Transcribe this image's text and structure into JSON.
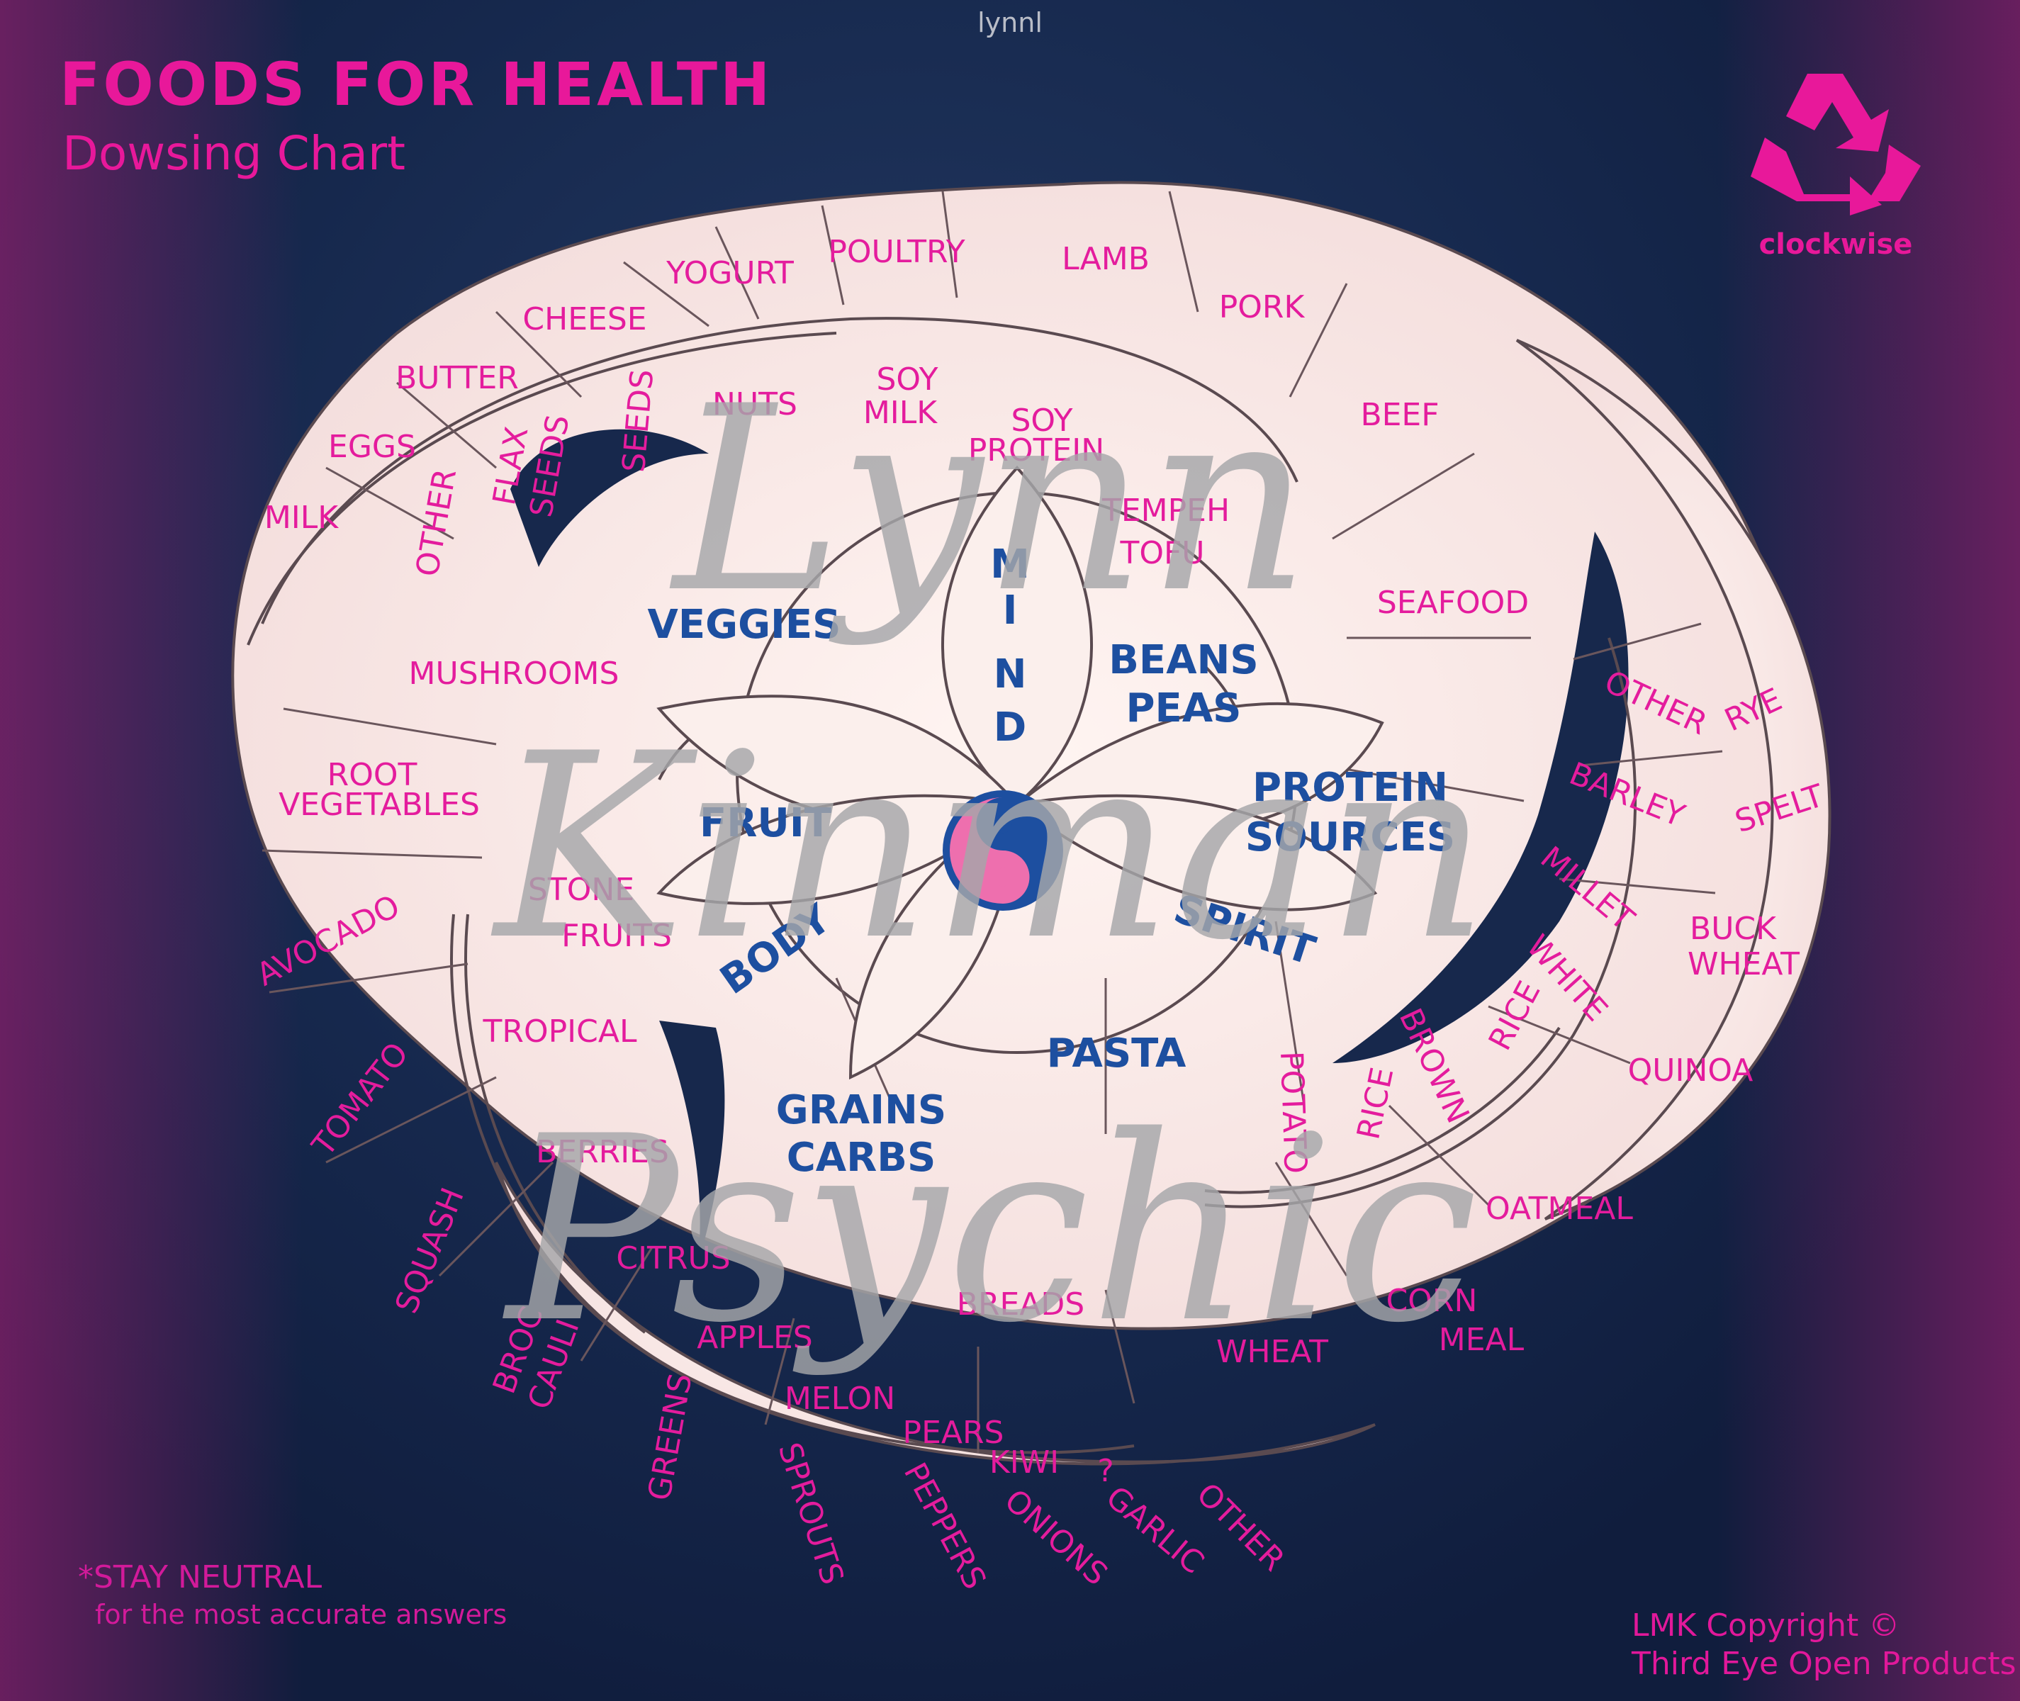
{
  "header": {
    "top_mark": "lynnl",
    "title": "FOODS FOR HEALTH",
    "subtitle": "Dowsing Chart",
    "direction": "clockwise"
  },
  "footer": {
    "note_line1": "*STAY NEUTRAL",
    "note_line2": "for the most accurate answers",
    "copyright_line1": "LMK Copyright ©",
    "copyright_line2": "Third Eye Open Products"
  },
  "center": {
    "mind": "MIND",
    "body": "BODY",
    "spirit": "SPIRIT",
    "symbol": "yin-yang-icon"
  },
  "categories": {
    "veggies": "VEGGIES",
    "fruit": "FRUIT",
    "beans_peas_1": "BEANS",
    "beans_peas_2": "PEAS",
    "protein_1": "PROTEIN",
    "protein_2": "SOURCES",
    "pasta": "PASTA",
    "grains_1": "GRAINS",
    "grains_2": "CARBS"
  },
  "labels": {
    "poultry": "POULTRY",
    "lamb": "LAMB",
    "pork": "PORK",
    "beef": "BEEF",
    "seafood": "SEAFOOD",
    "yogurt": "YOGURT",
    "cheese": "CHEESE",
    "butter": "BUTTER",
    "eggs": "EGGS",
    "milk": "MILK",
    "other_dairy": "OTHER",
    "flax_1": "FLAX",
    "flax_2": "SEEDS",
    "seeds": "SEEDS",
    "nuts": "NUTS",
    "soy_milk_1": "SOY",
    "soy_milk_2": "MILK",
    "soy_protein_1": "SOY",
    "soy_protein_2": "PROTEIN",
    "tempeh": "TEMPEH",
    "tofu": "TOFU",
    "mushrooms": "MUSHROOMS",
    "root_1": "ROOT",
    "root_2": "VEGETABLES",
    "avocado": "AVOCADO",
    "stone_1": "STONE",
    "stone_2": "FRUITS",
    "tropical": "TROPICAL",
    "tomato": "TOMATO",
    "berries": "BERRIES",
    "squash": "SQUASH",
    "citrus": "CITRUS",
    "broc": "BROC",
    "cauli": "CAULI",
    "apples": "APPLES",
    "melon": "MELON",
    "pears": "PEARS",
    "kiwi": "KIWI",
    "question": "?",
    "greens": "GREENS",
    "sprouts": "SPROUTS",
    "peppers": "PEPPERS",
    "onions": "ONIONS",
    "garlic": "GARLIC",
    "other_veg": "OTHER",
    "breads": "BREADS",
    "wheat": "WHEAT",
    "corn_1": "CORN",
    "corn_2": "MEAL",
    "oatmeal": "OATMEAL",
    "quinoa": "QUINOA",
    "potato": "POTATO",
    "brown_1": "BROWN",
    "brown_2": "RICE",
    "white_1": "WHITE",
    "white_2": "RICE",
    "millet": "MILLET",
    "barley": "BARLEY",
    "other_grain": "OTHER",
    "rye": "RYE",
    "spelt": "SPELT",
    "buck_1": "BUCK",
    "buck_2": "WHEAT"
  },
  "watermark": {
    "line1": "Lynn",
    "line2": "Kinman",
    "line3": "Psychic"
  },
  "colors": {
    "label_pink": "#e41c9d",
    "category_blue": "#1d4fa0",
    "petal_fill": "#f9e8e6",
    "outline": "#5a4a50",
    "background": "#14244a"
  },
  "icons": {
    "recycle": "recycle-icon"
  }
}
